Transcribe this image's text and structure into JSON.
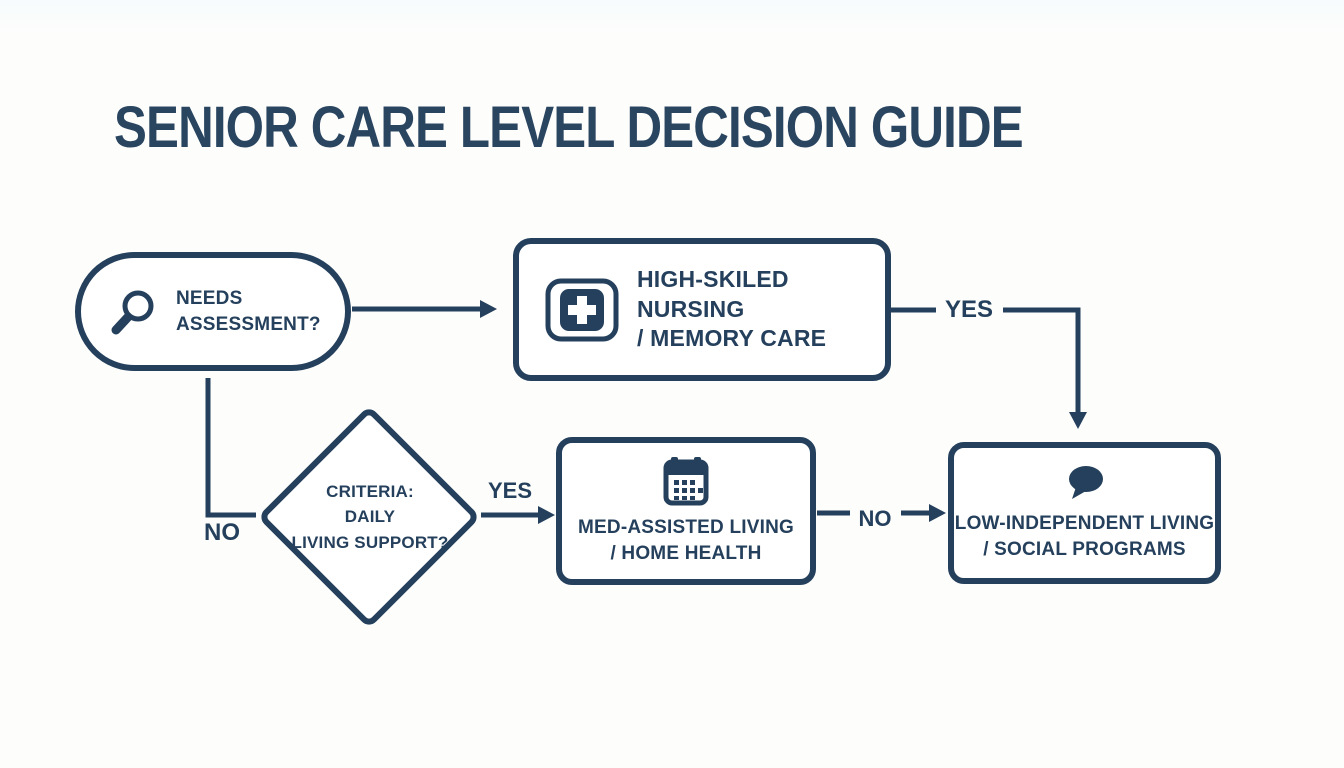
{
  "title": "SENIOR CARE LEVEL DECISION GUIDE",
  "colors": {
    "ink": "#25405c",
    "background": "#fdfdfc"
  },
  "nodes": {
    "start": {
      "icon": "magnifier-icon",
      "line1": "NEEDS",
      "line2": "ASSESSMENT?"
    },
    "high_care": {
      "icon": "medical-cross-icon",
      "line1": "HIGH-SKILED NURSING",
      "line2": "/ MEMORY CARE"
    },
    "criteria": {
      "line1": "CRITERIA:",
      "line2": "DAILY",
      "line3": "LIVING SUPPORT?"
    },
    "med_care": {
      "icon": "calendar-icon",
      "line1": "MED-ASSISTED LIVING",
      "line2": "/ HOME HEALTH"
    },
    "low_care": {
      "icon": "speech-bubble-icon",
      "line1": "LOW-INDEPENDENT LIVING",
      "line2": "/ SOCIAL PROGRAMS"
    }
  },
  "labels": {
    "yes_top": "YES",
    "yes_mid": "YES",
    "no_left": "NO",
    "no_mid": "NO"
  }
}
